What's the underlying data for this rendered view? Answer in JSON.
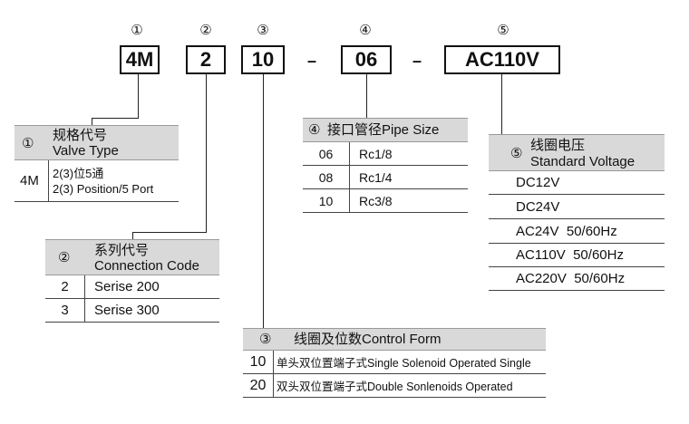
{
  "codes": {
    "markers": [
      "①",
      "②",
      "③",
      "④",
      "⑤"
    ],
    "values": [
      "4M",
      "2",
      "10",
      "06",
      "AC110V"
    ],
    "dash": "–"
  },
  "valve_type": {
    "marker": "①",
    "title_cn": "规格代号",
    "title_en": "Valve Type",
    "code": "4M",
    "desc_cn": "2(3)位5通",
    "desc_en": "2(3) Position/5 Port"
  },
  "connection_code": {
    "marker": "②",
    "title_cn": "系列代号",
    "title_en": "Connection Code",
    "rows": [
      {
        "code": "2",
        "value": "Serise 200"
      },
      {
        "code": "3",
        "value": "Serise 300"
      }
    ]
  },
  "pipe_size": {
    "marker": "④",
    "title": "接口管径Pipe Size",
    "rows": [
      {
        "code": "06",
        "value": "Rc1/8"
      },
      {
        "code": "08",
        "value": "Rc1/4"
      },
      {
        "code": "10",
        "value": "Rc3/8"
      }
    ]
  },
  "standard_voltage": {
    "marker": "⑤",
    "title_cn": "线圈电压",
    "title_en": "Standard Voltage",
    "rows": [
      "DC12V",
      "DC24V",
      "AC24V  50/60Hz",
      "AC110V  50/60Hz",
      "AC220V  50/60Hz"
    ]
  },
  "control_form": {
    "marker": "③",
    "title": "线圈及位数Control Form",
    "rows": [
      {
        "code": "10",
        "value": "单头双位置端子式Single Solenoid Operated Single"
      },
      {
        "code": "20",
        "value": "双头双位置端子式Double Sonlenoids Operated"
      }
    ]
  }
}
